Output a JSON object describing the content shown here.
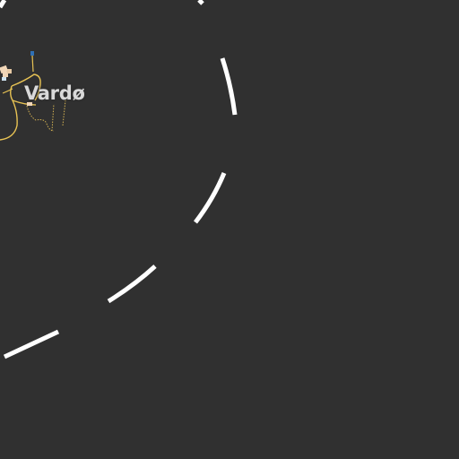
{
  "map": {
    "place_label": "Vardø",
    "colors": {
      "background": "#303030",
      "boundary": "#ffffff",
      "road": "#e8c354",
      "track": "#d4b253",
      "building": "#f1d6b8",
      "poi": "#2f6fb4",
      "label": "#d9d9d9"
    },
    "features": [
      "boundary-dashed-line",
      "main-road",
      "tracks",
      "buildings",
      "poi-marker-icon"
    ]
  }
}
